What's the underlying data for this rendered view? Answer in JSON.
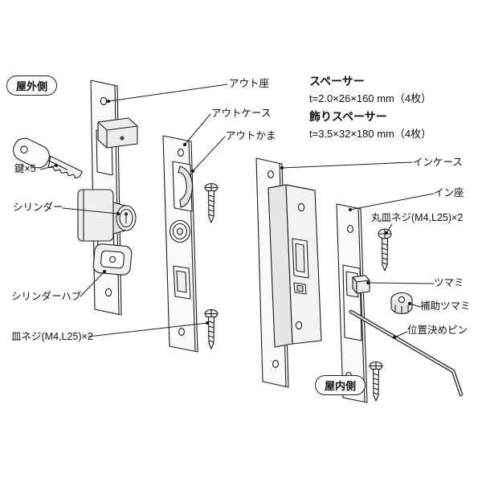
{
  "diagram": {
    "outdoor_badge": "屋外側",
    "indoor_badge": "屋内側",
    "spec": {
      "title1": "スペーサー",
      "value1": "t=2.0×26×160 mm（4枚）",
      "title2": "飾りスペーサー",
      "value2": "t=3.5×32×180 mm（4枚）"
    },
    "labels": {
      "out_seat": "アウト座",
      "out_case": "アウトケース",
      "out_kama": "アウトかま",
      "key": "鍵×5",
      "cylinder": "シリンダー",
      "cylinder_hub": "シリンダーハブ",
      "flat_screw": "皿ネジ(M4,L25)×2",
      "in_case": "インケース",
      "in_seat": "イン座",
      "round_flat_screw": "丸皿ネジ(M4,L25)×2",
      "knob": "ツマミ",
      "aux_knob": "補助ツマミ",
      "positioning_pin": "位置決めピン"
    },
    "colors": {
      "line": "#1c1c1c",
      "shade": "#e6e6e6",
      "paper": "#ffffff"
    }
  }
}
